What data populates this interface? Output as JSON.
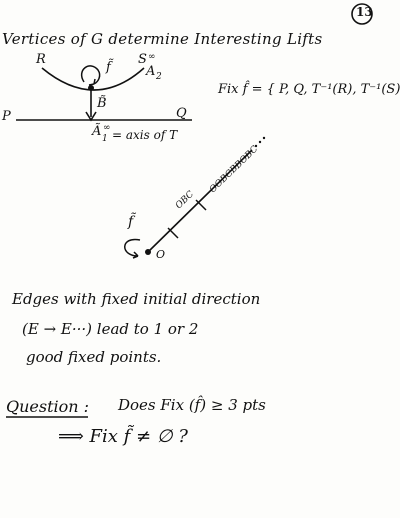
{
  "page_number": "13",
  "heading": "Vertices of G determine Interesting Lifts",
  "diagram1": {
    "label_R": "R",
    "label_S": "S",
    "label_S_sup": "∞",
    "label_A2": "A",
    "label_A2_sub": "2",
    "label_f": "f̃",
    "label_B": "B̃",
    "label_P": "P",
    "label_Q": "Q",
    "label_A1": "Ã",
    "label_A1_sup": "∞",
    "label_A1_sub": "1",
    "axis_note": "= axis of T"
  },
  "fix_formula": "Fix f̂ = { P, Q, T⁻¹(R), T⁻¹(S) }",
  "diagram2": {
    "label_f": "f̃",
    "label_O": "O",
    "label_seg1": "OBC",
    "label_seg2": "OOBCBBOBC"
  },
  "paragraph": {
    "line1": "Edges   with   fixed  initial  direction",
    "line2": "(E → E···)     lead   to  1  or  2",
    "line3": "good      fixed    points."
  },
  "question": {
    "label": "Question :",
    "line1": "Does   Fix (f̂)  ≥ 3 pts",
    "line2": "⟹  Fix  f̃ ≠ ∅ ?"
  }
}
